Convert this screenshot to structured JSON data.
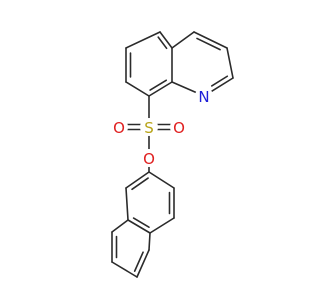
{
  "colors": {
    "bond": "#2b2b2b",
    "carbon": "#2b2b2b",
    "nitrogen": "#2020d8",
    "oxygen": "#e02020",
    "sulfur": "#b8a418",
    "background": "#ffffff"
  },
  "atoms": {
    "N1": {
      "label": "N",
      "element": "nitrogen"
    },
    "S1": {
      "label": "S",
      "element": "sulfur"
    },
    "O1": {
      "label": "O",
      "element": "oxygen"
    },
    "O2": {
      "label": "O",
      "element": "oxygen"
    },
    "O3": {
      "label": "O",
      "element": "oxygen"
    }
  }
}
